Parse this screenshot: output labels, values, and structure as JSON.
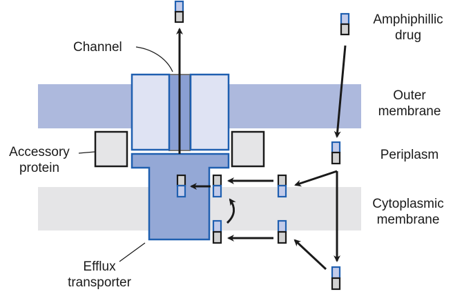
{
  "diagram": {
    "title": "Amphiphilic drug efflux across bacterial envelope",
    "labels": {
      "channel": "Channel",
      "amphiphilic_drug_line1": "Amphiphillic",
      "amphiphilic_drug_line2": "drug",
      "outer_membrane_line1": "Outer",
      "outer_membrane_line2": "membrane",
      "periplasm": "Periplasm",
      "accessory_protein_line1": "Accessory",
      "accessory_protein_line2": "protein",
      "cytoplasmic_membrane_line1": "Cytoplasmic",
      "cytoplasmic_membrane_line2": "membrane",
      "efflux_transporter_line1": "Efflux",
      "efflux_transporter_line2": "transporter"
    },
    "colors": {
      "outer_membrane": "#adb9dd",
      "cytoplasmic_membrane": "#e5e5e7",
      "protein_outline": "#1f5fb0",
      "channel_block_fill": "#dfe3f3",
      "channel_pore_fill": "#8a9fd3",
      "transporter_fill": "#94a8d6",
      "accessory_fill": "#e5e5e7",
      "drug_polar_fill": "#c2cbea",
      "drug_nonpolar_fill": "#d2d2d2",
      "arrow": "#1a1a1a"
    }
  }
}
